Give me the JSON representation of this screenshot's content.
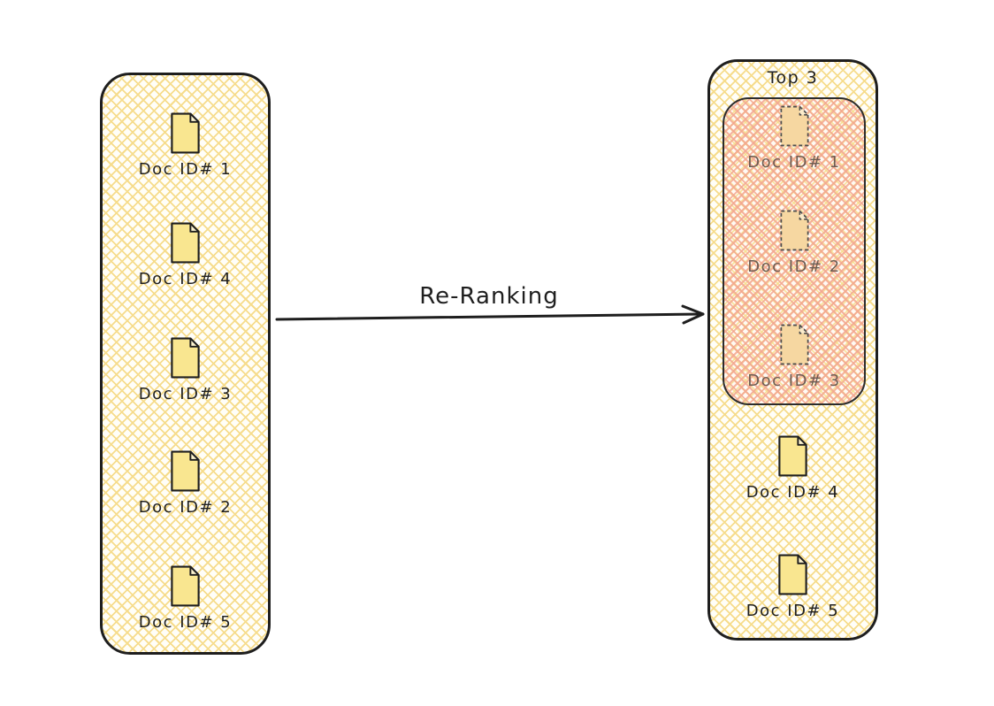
{
  "diagram": {
    "arrow_label": "Re-Ranking",
    "left_panel": {
      "docs": [
        {
          "label": "Doc ID# 1"
        },
        {
          "label": "Doc ID# 4"
        },
        {
          "label": "Doc ID# 3"
        },
        {
          "label": "Doc ID# 2"
        },
        {
          "label": "Doc ID# 5"
        }
      ]
    },
    "right_panel": {
      "top_label": "Top 3",
      "top3_docs": [
        {
          "label": "Doc ID# 1"
        },
        {
          "label": "Doc ID# 2"
        },
        {
          "label": "Doc ID# 3"
        }
      ],
      "remaining_docs": [
        {
          "label": "Doc ID# 4"
        },
        {
          "label": "Doc ID# 5"
        }
      ]
    },
    "colors": {
      "outline": "#1e1e1e",
      "hatch_yellow": "#f6dc8c",
      "hatch_pink": "#f3a78e",
      "doc_fill": "#f9e690",
      "doc_fold": "#fcf3cf",
      "doc_dashed_fill": "#f6d7a1",
      "text": "#1f1f1f",
      "muted_text": "#6d5c52"
    }
  }
}
